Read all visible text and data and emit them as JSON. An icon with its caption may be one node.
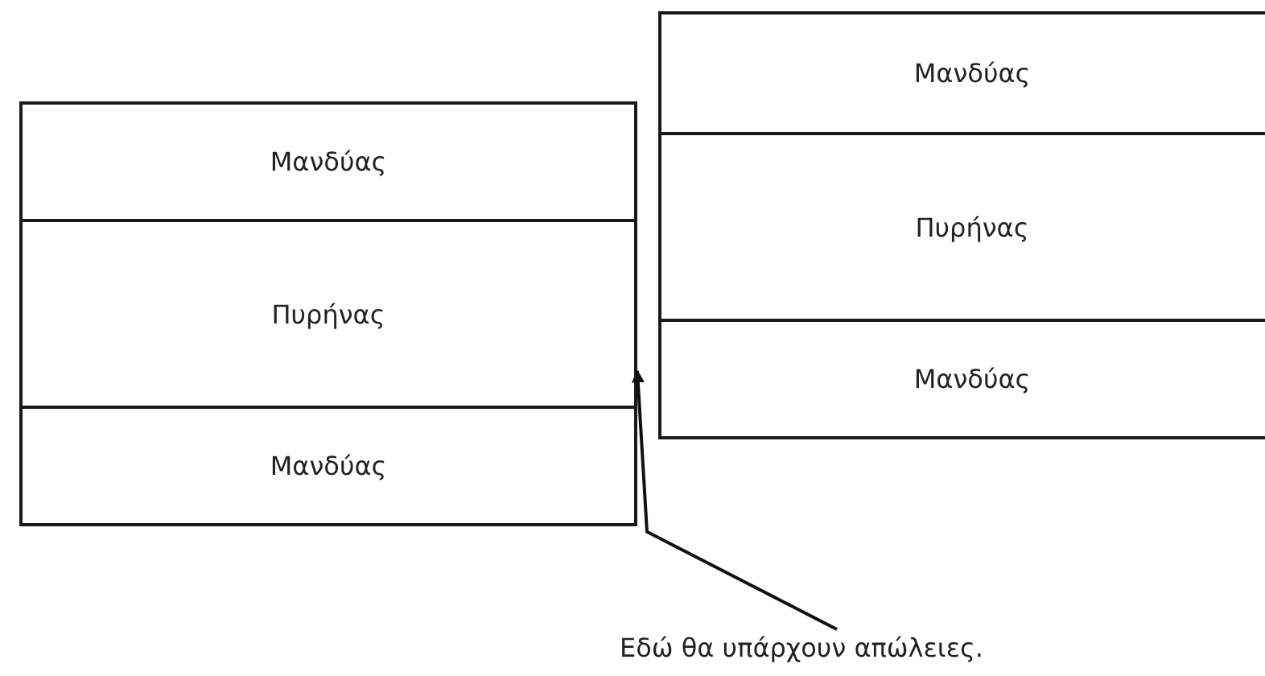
{
  "diagram": {
    "nodes": [
      {
        "text": [
          "Μανδύας"
        ]
      },
      {
        "text": [
          "Πυρήνας"
        ]
      },
      {
        "text": [
          "Μανδύας"
        ]
      },
      {
        "text": [
          "Μανδύας"
        ]
      },
      {
        "text": [
          "Πυρήνας"
        ]
      },
      {
        "text": [
          "Μανδύας"
        ]
      },
      {
        "text": [
          "Εδώ θα υπάρχουν απώλειες."
        ]
      }
    ],
    "edges": [
      {
        "from": 6,
        "to": 1,
        "arrow": "to"
      }
    ]
  }
}
